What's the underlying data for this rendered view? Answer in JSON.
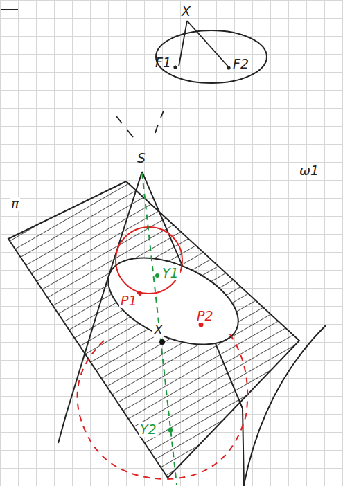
{
  "diagram": {
    "labels": [
      "X",
      "F1",
      "F2",
      "S",
      "π",
      "ω1",
      "Y1",
      "P1",
      "P2",
      "X",
      "Y2"
    ]
  }
}
